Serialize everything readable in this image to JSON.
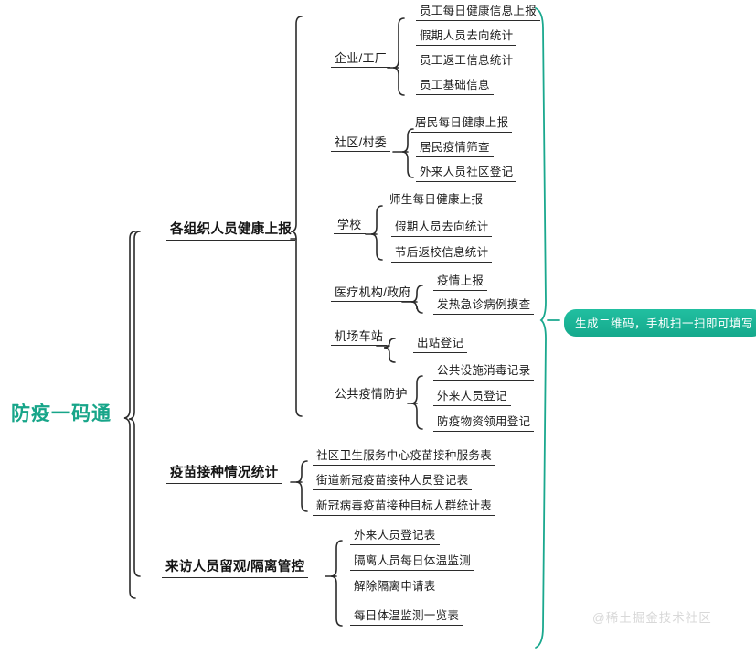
{
  "diagram": {
    "type": "mind-map",
    "root": {
      "label": "防疫一码通",
      "color": "#17a589"
    },
    "callout": {
      "label": "生成二维码，手机扫一扫即可填写",
      "color": "#1abc9c"
    },
    "watermark": "@稀土掘金技术社区",
    "branches": [
      {
        "label": "各组织人员健康上报",
        "children": [
          {
            "label": "企业/工厂",
            "leaves": [
              "员工每日健康信息上报",
              "假期人员去向统计",
              "员工返工信息统计",
              "员工基础信息"
            ]
          },
          {
            "label": "社区/村委",
            "leaves": [
              "居民每日健康上报",
              "居民疫情筛查",
              "外来人员社区登记"
            ]
          },
          {
            "label": "学校",
            "leaves": [
              "师生每日健康上报",
              "假期人员去向统计",
              "节后返校信息统计"
            ]
          },
          {
            "label": "医疗机构/政府",
            "leaves": [
              "疫情上报",
              "发热急诊病例摸查"
            ]
          },
          {
            "label": "机场车站",
            "leaves": [
              "出站登记"
            ]
          },
          {
            "label": "公共疫情防护",
            "leaves": [
              "公共设施消毒记录",
              "外来人员登记",
              "防疫物资领用登记"
            ]
          }
        ]
      },
      {
        "label": "疫苗接种情况统计",
        "children": [],
        "leaves": [
          "社区卫生服务中心疫苗接种服务表",
          "街道新冠疫苗接种人员登记表",
          "新冠病毒疫苗接种目标人群统计表"
        ]
      },
      {
        "label": "来访人员留观/隔离管控",
        "children": [],
        "leaves": [
          "外来人员登记表",
          "隔离人员每日体温监测",
          "解除隔离申请表",
          "每日体温监测一览表"
        ]
      }
    ]
  }
}
